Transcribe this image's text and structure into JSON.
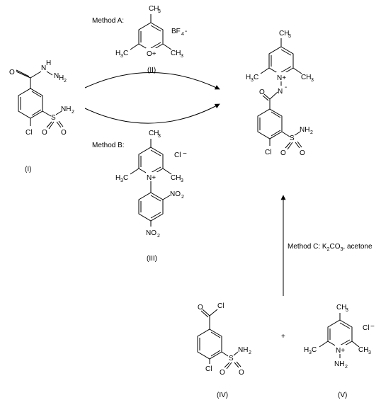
{
  "methods": {
    "a": "Method A:",
    "b": "Method B:",
    "c_prefix": "Method C: K",
    "c_sub": "2",
    "c_mid": "CO",
    "c_sub2": "3",
    "c_suffix": ", acetone"
  },
  "compound_labels": {
    "i": "(I)",
    "ii": "(II)",
    "iii": "(III)",
    "iv": "(IV)",
    "v": "(V)"
  },
  "atoms": {
    "O": "O",
    "H": "H",
    "N": "N",
    "NH": "NH",
    "NH2": "NH",
    "two": "2",
    "S": "S",
    "Cl": "Cl",
    "O_plus": "O+",
    "N_plus": "N+",
    "N_minus_sign": "-",
    "BF4": "BF",
    "four": "4",
    "minus": "-",
    "CH3": "CH",
    "three": "3",
    "H3C": "H",
    "C": "C",
    "NO2": "NO",
    "Cl_anion": "Cl",
    "anion_minus": "−",
    "plus_sign": "+"
  }
}
